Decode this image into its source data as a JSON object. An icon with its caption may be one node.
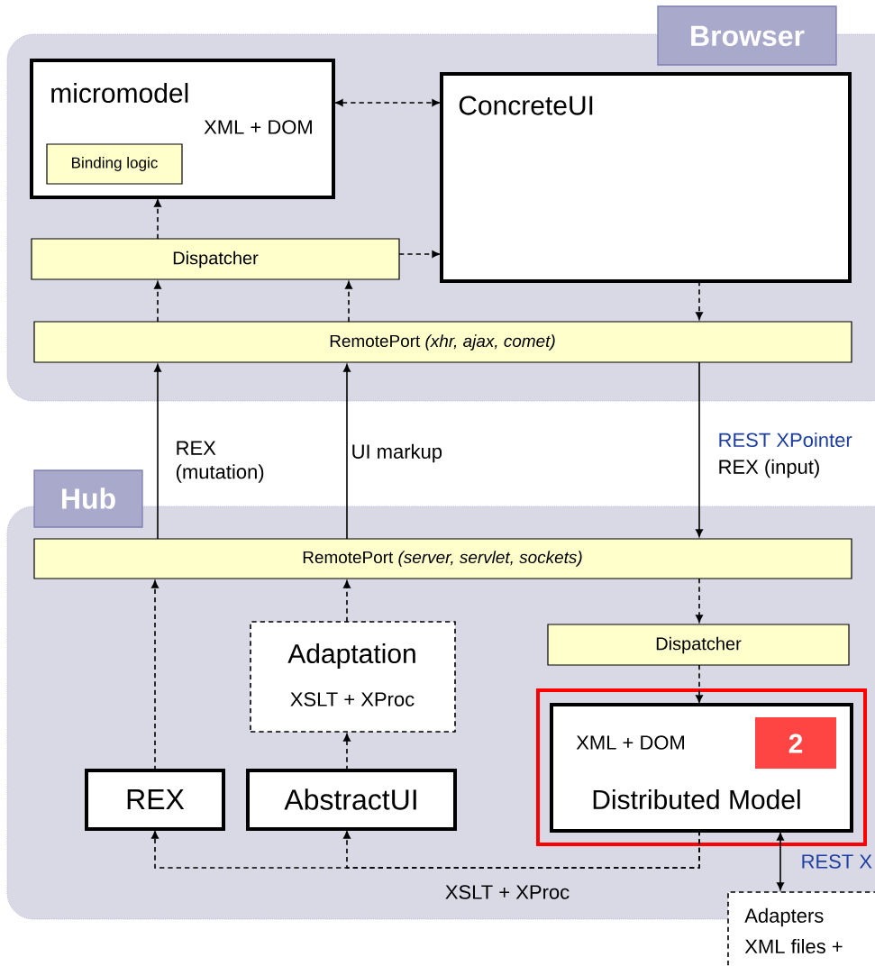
{
  "diagram": {
    "nodes": [
      {
        "text": [
          "Browser"
        ]
      },
      {
        "text": [
          "micromodel",
          "XML + DOM"
        ],
        "in": 0
      },
      {
        "text": [
          "Binding logic"
        ],
        "in": 1
      },
      {
        "text": [
          "ConcreteUI"
        ],
        "in": 0
      },
      {
        "text": [
          "Dispatcher"
        ],
        "in": 0
      },
      {
        "text": [
          "RemotePort *(xhr, ajax, comet)*"
        ],
        "in": 0
      },
      {
        "text": [
          "Hub"
        ]
      },
      {
        "text": [
          "RemotePort *(server, servlet, sockets)*"
        ],
        "in": 6
      },
      {
        "text": [
          "Adaptation",
          "XSLT + XProc"
        ],
        "in": 6
      },
      {
        "text": [
          "Dispatcher"
        ],
        "in": 6
      },
      {
        "text": [],
        "shape": "box",
        "in": 6
      },
      {
        "text": [
          "XML + DOM",
          "Distributed Model"
        ],
        "in": 10
      },
      {
        "text": [
          "2"
        ],
        "in": 11
      },
      {
        "text": [
          "REX"
        ],
        "in": 6
      },
      {
        "text": [
          "AbstractUI"
        ],
        "in": 6
      },
      {
        "text": [
          "Adapters",
          "XML files +"
        ]
      }
    ],
    "edges": [
      {
        "from": 1,
        "to": 3,
        "arrow": "both",
        "style": "dashed"
      },
      {
        "from": 4,
        "to": 1,
        "arrow": "to",
        "style": "dashed"
      },
      {
        "from": 4,
        "to": 3,
        "arrow": "to",
        "style": "dashed"
      },
      {
        "from": 5,
        "to": 4,
        "arrow": "to",
        "style": "dashed"
      },
      {
        "from": 5,
        "to": 4,
        "arrow": "to",
        "style": "dashed"
      },
      {
        "from": 3,
        "to": 5,
        "arrow": "to",
        "style": "dashed"
      },
      {
        "from": 7,
        "to": 5,
        "arrow": "to",
        "label": "REX (mutation)"
      },
      {
        "from": 7,
        "to": 5,
        "arrow": "to",
        "label": "UI markup"
      },
      {
        "from": 5,
        "to": 7,
        "arrow": "to",
        "label": "REX (input)"
      },
      {
        "from": 13,
        "to": 7,
        "arrow": "to",
        "style": "dashed"
      },
      {
        "from": 8,
        "to": 7,
        "arrow": "to",
        "style": "dashed"
      },
      {
        "from": 7,
        "to": 9,
        "arrow": "to",
        "style": "dashed"
      },
      {
        "from": 9,
        "to": 11,
        "arrow": "to",
        "style": "dashed"
      },
      {
        "from": 14,
        "to": 8,
        "arrow": "to",
        "style": "dashed"
      },
      {
        "from": 11,
        "to": 13,
        "arrow": "to",
        "style": "dashed",
        "label": "XSLT + XProc"
      },
      {
        "from": 11,
        "to": 14,
        "arrow": "to",
        "style": "dashed"
      },
      {
        "from": 11,
        "to": 15,
        "arrow": "both"
      }
    ],
    "labels": [
      "REST XPointer",
      "REST X"
    ]
  }
}
